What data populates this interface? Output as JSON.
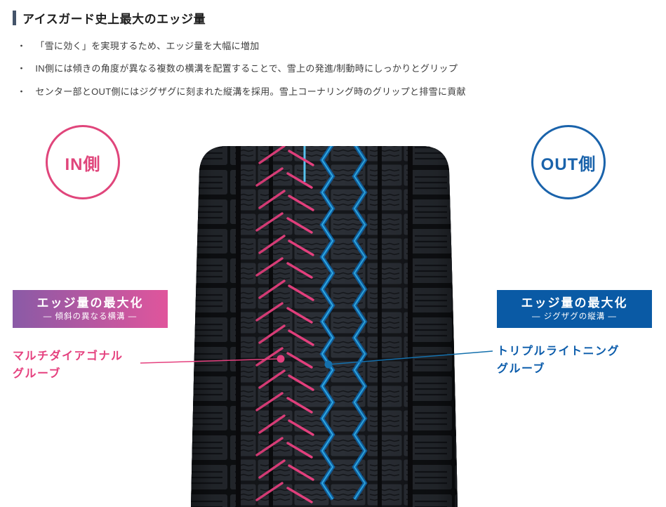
{
  "page": {
    "title": "アイスガード史上最大のエッジ量",
    "bullet_char": "・",
    "bullets": [
      {
        "text": "「雪に効く」を実現するため、エッジ量を大幅に増加"
      },
      {
        "text": "IN側には傾きの角度が異なる複数の横溝を配置することで、雪上の発進/制動時にしっかりとグリップ"
      },
      {
        "text": "センター部とOUT側にはジグザグに刻まれた縦溝を採用。雪上コーナリング時のグリップと排雪に貢献"
      }
    ]
  },
  "diagram": {
    "in_label": "IN側",
    "out_label": "OUT側",
    "left_callout": {
      "heading": "エッジ量の最大化",
      "subheading": "― 傾斜の異なる横溝 ―",
      "groove_name": "マルチダイアゴナル\nグルーブ"
    },
    "right_callout": {
      "heading": "エッジ量の最大化",
      "subheading": "― ジグザグの縦溝 ―",
      "groove_name": "トリプルライトニング\nグルーブ"
    },
    "colors": {
      "pink_accent": "#e5407e",
      "blue_accent": "#0a5aa5",
      "purple_accent": "#8a5aa6",
      "cyan_groove": "#58c4ef",
      "title_bar": "#44546a"
    }
  }
}
